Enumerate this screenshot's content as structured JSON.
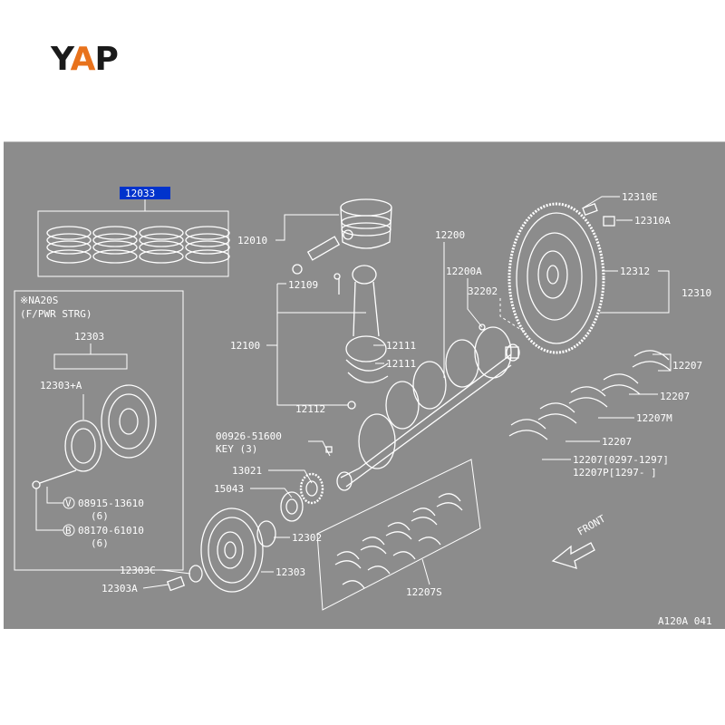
{
  "logo": {
    "l1": "Y",
    "l2": "A",
    "l3": "P"
  },
  "highlight": {
    "color": "#0033cc",
    "label": "12033"
  },
  "notes": {
    "variant": "※NA20S",
    "variant_sub": "(F/PWR STRG)",
    "symbol_v": "V",
    "symbol_b": "B",
    "front": "FRONT",
    "figure_id": "A120A 041"
  },
  "labels": {
    "p12010": "12010",
    "p12109": "12109",
    "p12100": "12100",
    "p12111a": "12111",
    "p12111b": "12111",
    "p12112": "12112",
    "p12200": "12200",
    "p12200a": "12200A",
    "p32202": "32202",
    "p12310e": "12310E",
    "p12310a": "12310A",
    "p12312": "12312",
    "p12310": "12310",
    "p12207a": "12207",
    "p12207b": "12207",
    "p12207m": "12207M",
    "p12207c": "12207",
    "p12207d": "12207[0297-1297]",
    "p12207p": "12207P[1297-     ]",
    "p12303": "12303",
    "p12303pa": "12303+A",
    "p08915": "08915-13610",
    "p08915q": "(6)",
    "p08170": "08170-61010",
    "p08170q": "(6)",
    "p00926": "00926-51600",
    "key": "KEY (3)",
    "p13021": "13021",
    "p15043": "15043",
    "p12302": "12302",
    "p12303b": "12303",
    "p12303c": "12303C",
    "p12303a": "12303A",
    "p12207s": "12207S"
  }
}
